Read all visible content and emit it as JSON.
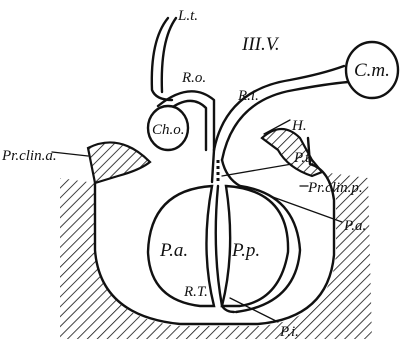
{
  "labels": {
    "lt": "L.t.",
    "iiiv": "III.V.",
    "ro": "R.o.",
    "ri": "R.i.",
    "cm": "C.m.",
    "cho": "Ch.o.",
    "h": "H.",
    "prclina": "Pr.clin.a.",
    "pt": "P.t.",
    "prclinp": "Pr.clin.p.",
    "pa_right": "P.a.",
    "pa_center": "P.a.",
    "pp": "P.p.",
    "rt": "R.T.",
    "pi": "P.i."
  }
}
